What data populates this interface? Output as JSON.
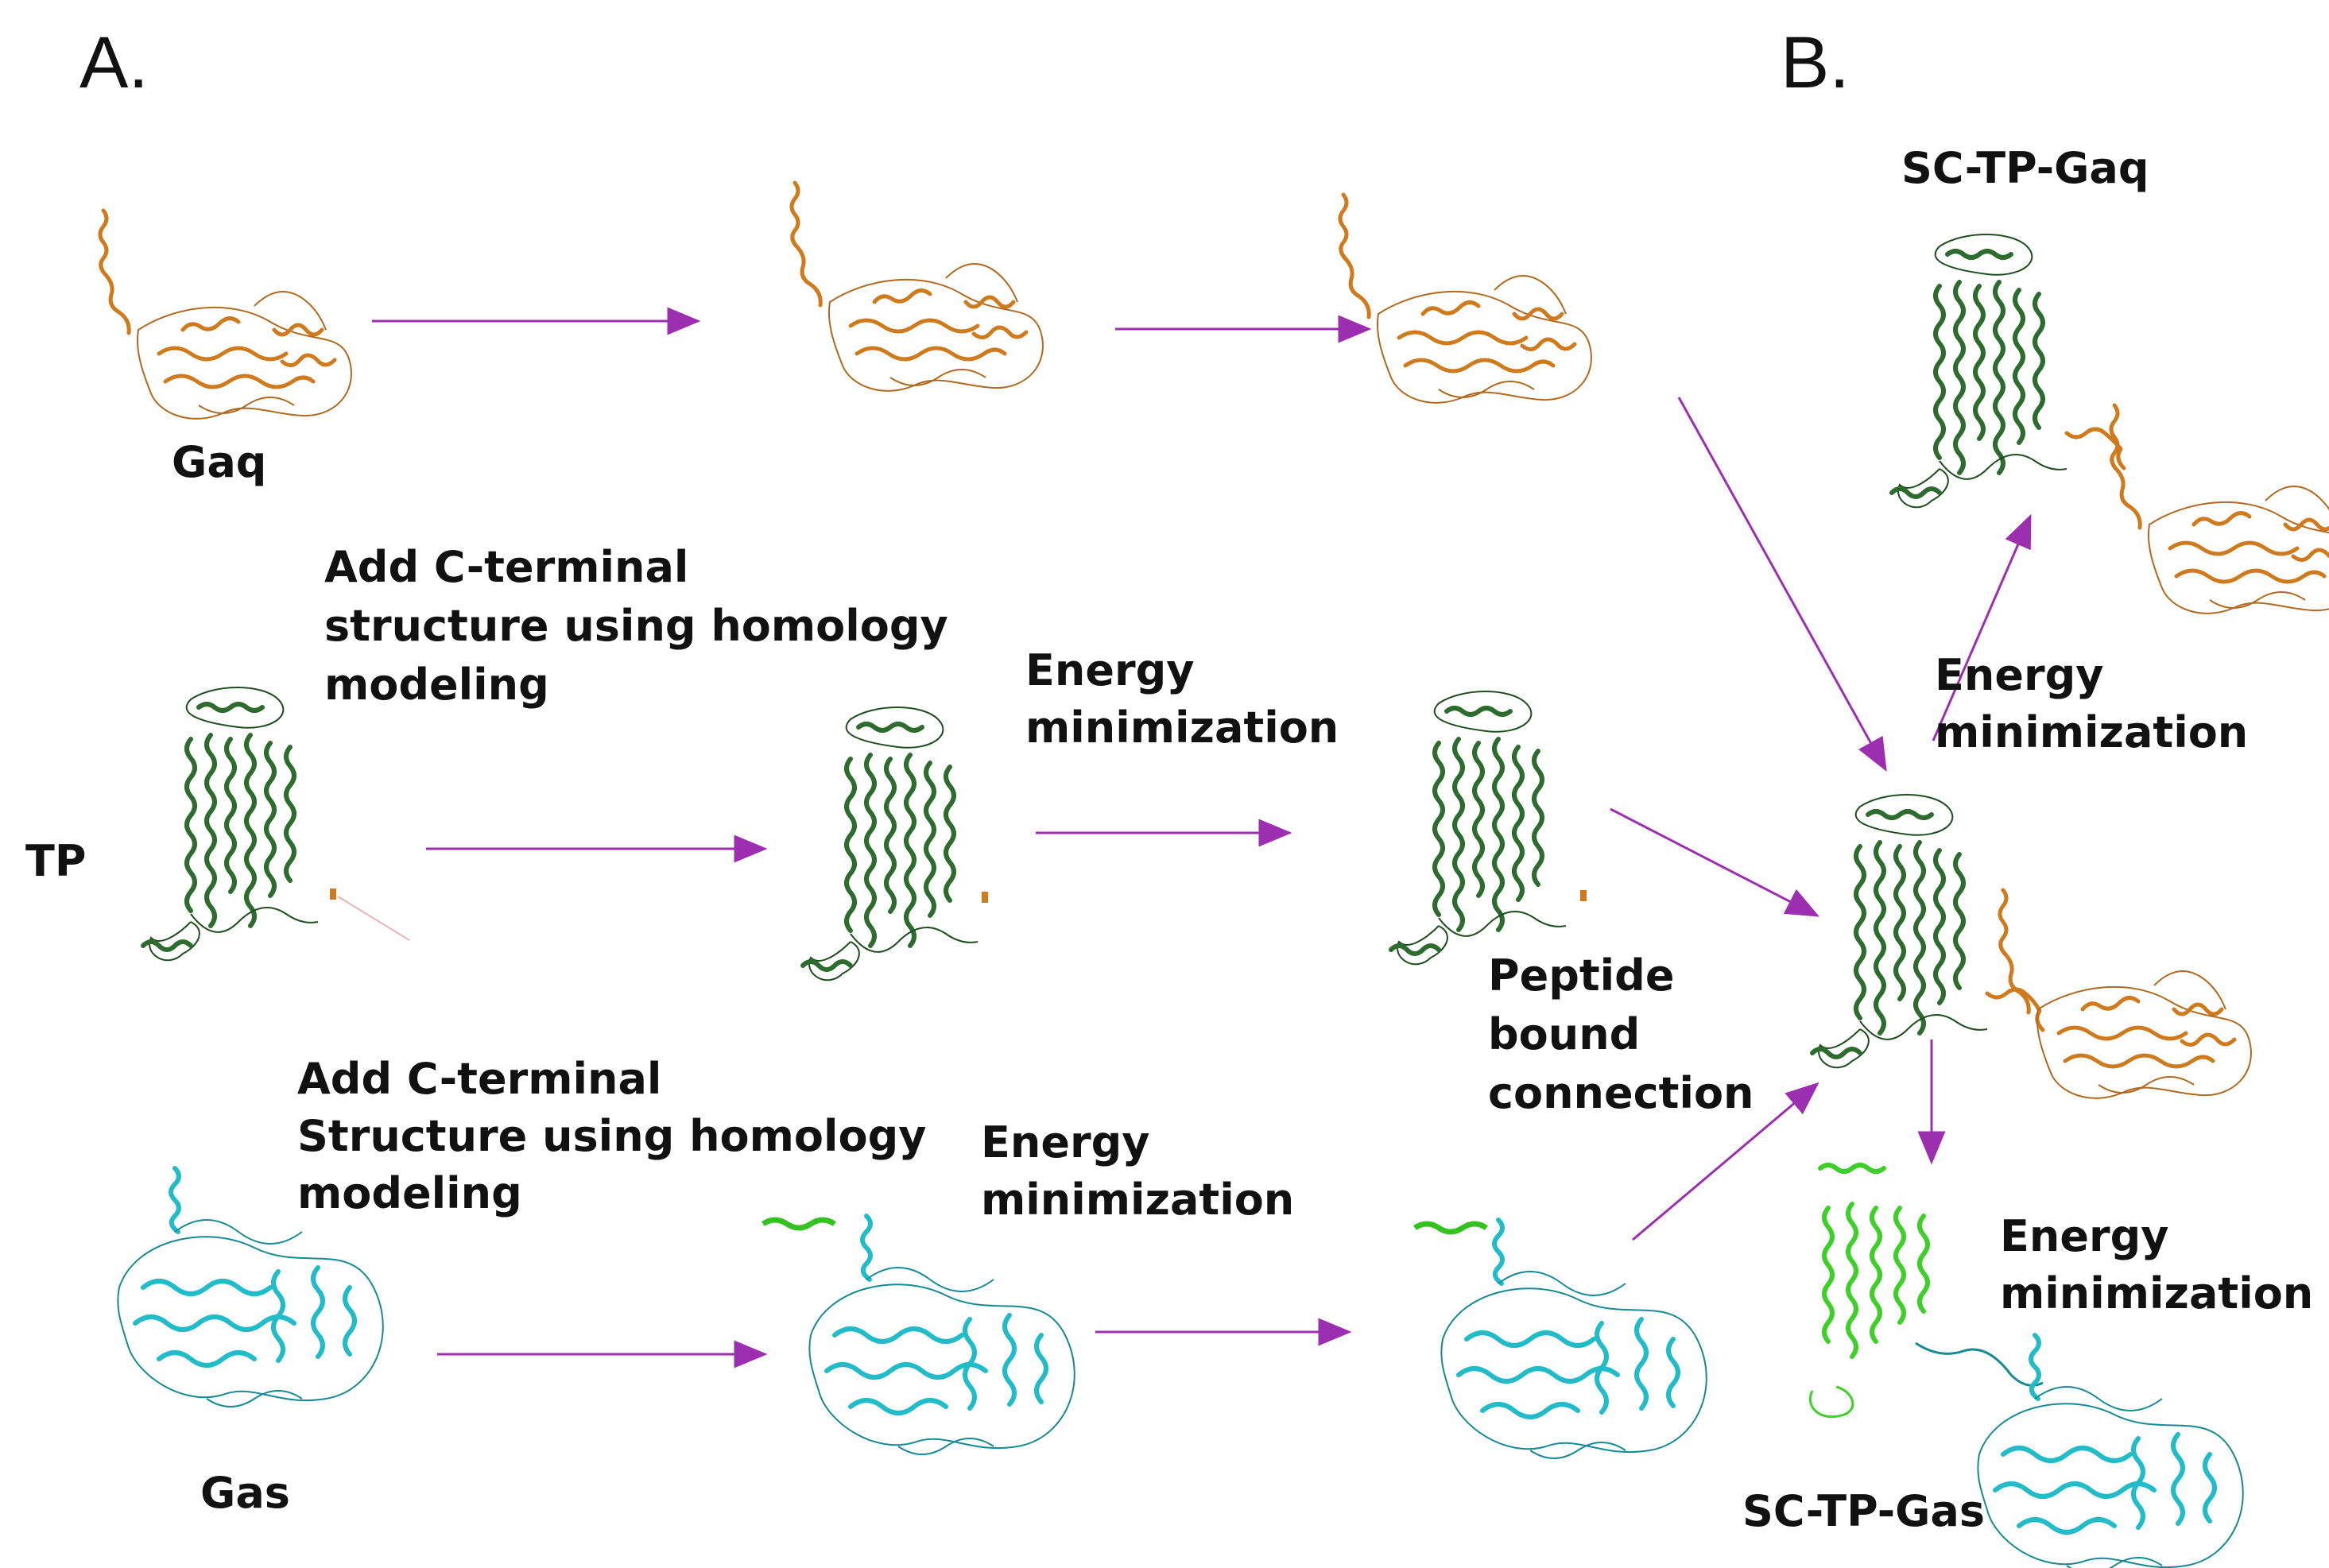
{
  "panels": {
    "a": "A.",
    "b": "B."
  },
  "labels": {
    "gaq": "Gaq",
    "tp": "TP",
    "gas": "Gas",
    "add_cterm_tp": [
      "Add C-terminal",
      "structure using homology",
      "modeling"
    ],
    "add_cterm_gas": [
      "Add C-terminal",
      "Structure using homology",
      "modeling"
    ],
    "energy_min_tp": [
      "Energy",
      "minimization"
    ],
    "energy_min_gas": [
      "Energy",
      "minimization"
    ],
    "peptide_bound": [
      "Peptide",
      "bound",
      "connection"
    ],
    "energy_min_b_top": [
      "Energy",
      "minimization"
    ],
    "energy_min_b_bottom": [
      "Energy",
      "minimization"
    ],
    "sc_tp_gaq": "SC-TP-Gaq",
    "sc_tp_gas": "SC-TP-Gas"
  },
  "colors": {
    "arrow": "#9b2fb0",
    "gaq_structure": "#cf7a1c",
    "tp_structure": "#2e6b2e",
    "gas_structure": "#22bcc9",
    "tp_fused_gas": "#3fcf2a"
  },
  "icons": {
    "gaq": "protein-ribbon-orange",
    "tp": "protein-ribbon-dark-green",
    "gas": "protein-ribbon-cyan",
    "tp_fused_gas": "protein-ribbon-light-green"
  }
}
